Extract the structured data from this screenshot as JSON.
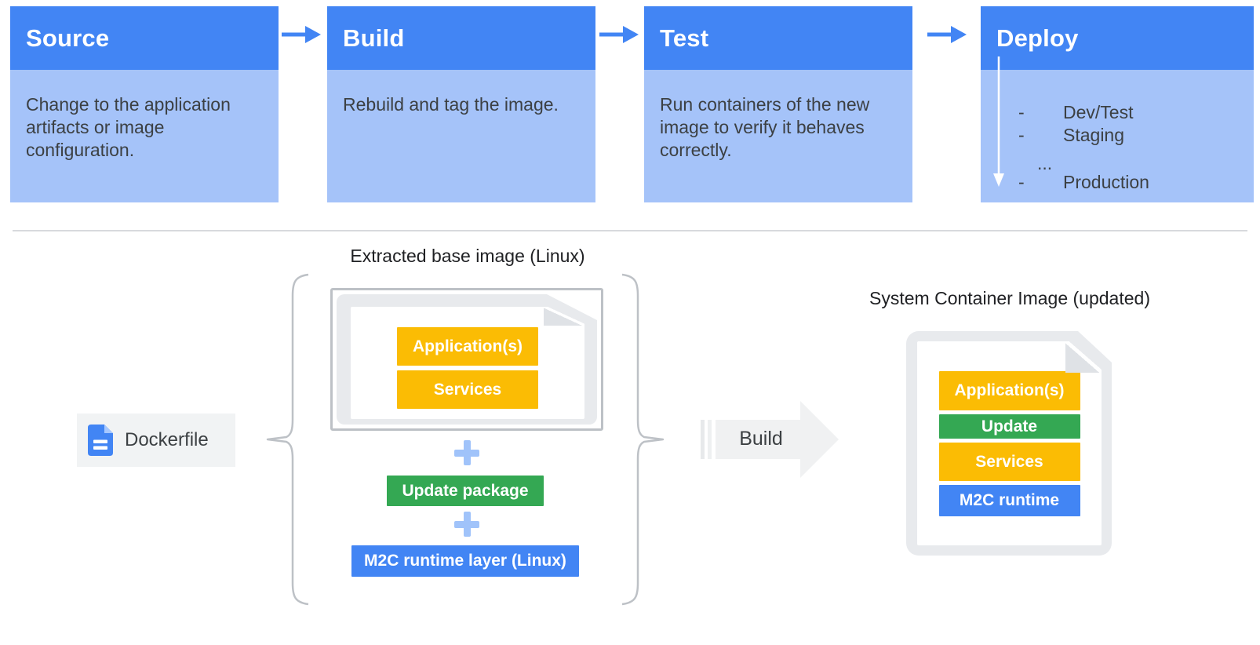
{
  "palette": {
    "header_blue": "#4285F4",
    "body_blue": "#A5C3F9",
    "layer_yellow": "#FBBC04",
    "layer_green": "#34A853",
    "layer_blue": "#4285F4",
    "doc_gray": "#E8EAED",
    "fold_gray": "#DFE2E6",
    "border_gray": "#BDC1C6",
    "chip_gray": "#F1F3F4",
    "build_arrow_gray": "#F0F1F2",
    "text_dark": "#3C4043",
    "title_dark": "#202124"
  },
  "pipeline": {
    "stages": [
      {
        "title": "Source",
        "description": "Change to the application artifacts or image configuration."
      },
      {
        "title": "Build",
        "description": "Rebuild and tag the image."
      },
      {
        "title": "Test",
        "description": "Run containers of the new image to verify it behaves correctly."
      },
      {
        "title": "Deploy",
        "items": [
          {
            "bullet": "-",
            "label": "Dev/Test"
          },
          {
            "bullet": "-",
            "label": "Staging"
          },
          {
            "bullet": "",
            "label": "..."
          },
          {
            "bullet": "-",
            "label": "Production"
          }
        ]
      }
    ]
  },
  "build_flow": {
    "base_image": {
      "title": "Extracted base image (Linux)",
      "bars": [
        "Application(s)",
        "Services"
      ]
    },
    "plus": "+",
    "update_package": "Update package",
    "runtime_layer": "M2C runtime layer (Linux)",
    "dockerfile_label": "Dockerfile",
    "build_label": "Build",
    "result": {
      "title": "System Container Image (updated)",
      "bars": [
        {
          "label": "Application(s)",
          "color": "#FBBC04"
        },
        {
          "label": "Update",
          "color": "#34A853"
        },
        {
          "label": "Services",
          "color": "#FBBC04"
        },
        {
          "label": "M2C runtime",
          "color": "#4285F4"
        }
      ]
    }
  }
}
